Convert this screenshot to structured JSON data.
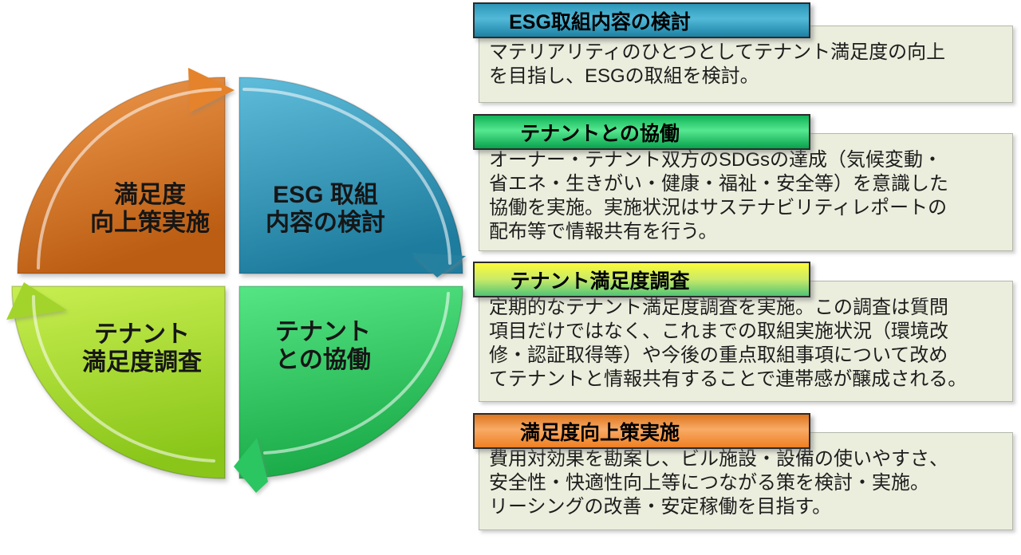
{
  "cycle": {
    "quadrants": [
      {
        "name": "satisfaction-improvement",
        "position": "top-left",
        "line1": "満足度",
        "line2": "向上策実施",
        "color": "#e0811f"
      },
      {
        "name": "esg-initiative-review",
        "position": "top-right",
        "line1": "ESG 取組",
        "line2": "内容の検討",
        "color": "#3399bb"
      },
      {
        "name": "tenant-collaboration",
        "position": "bottom-right",
        "line1": "テナント",
        "line2": "との協働",
        "color": "#2ecc66"
      },
      {
        "name": "tenant-survey",
        "position": "bottom-left",
        "line1": "テナント",
        "line2": "満足度調査",
        "color": "#a3dd2e"
      }
    ]
  },
  "sections": [
    {
      "title": "ESG取組内容の検討",
      "accent": "#2f9cbe",
      "body": "マテリアリティのひとつとしてテナント満足度の向上\nを目指し、ESGの取組を検討。"
    },
    {
      "title": "テナントとの協働",
      "accent": "#17b558",
      "body": "オーナー・テナント双方のSDGsの達成（気候変動・\n省エネ・生きがい・健康・福祉・安全等）を意識した\n協働を実施。実施状況はサステナビリティレポートの\n配布等で情報共有を行う。"
    },
    {
      "title": "テナント満足度調査",
      "accent": "#d3ef52",
      "body": "定期的なテナント満足度調査を実施。この調査は質問\n項目だけではなく、これまでの取組実施状況（環境改\n修・認証取得等）や今後の重点取組事項について改め\nてテナントと情報共有することで連帯感が醸成される。"
    },
    {
      "title": "満足度向上策実施",
      "accent": "#ee7f23",
      "body": "費用対効果を勘案し、ビル施設・設備の使いやすさ、\n安全性・快適性向上等につながる策を検討・実施。\nリーシングの改善・安定稼働を目指す。"
    }
  ]
}
